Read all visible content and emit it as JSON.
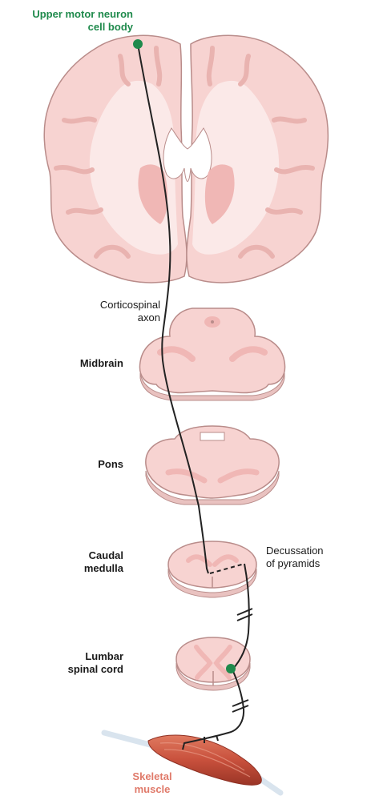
{
  "labels": {
    "upper_motor_neuron_line1": "Upper motor neuron",
    "upper_motor_neuron_line2": "cell body",
    "corticospinal_line1": "Corticospinal",
    "corticospinal_line2": "axon",
    "midbrain": "Midbrain",
    "pons": "Pons",
    "caudal_medulla_line1": "Caudal",
    "caudal_medulla_line2": "medulla",
    "decussation_line1": "Decussation",
    "decussation_line2": "of pyramids",
    "lumbar_line1": "Lumbar",
    "lumbar_line2": "spinal cord",
    "skeletal_muscle_line1": "Skeletal",
    "skeletal_muscle_line2": "muscle"
  },
  "colors": {
    "tissue_fill": "#f7d3d1",
    "tissue_outline": "#b98c8a",
    "white_matter": "#fbe9e8",
    "gray_matter": "#f0b7b5",
    "axon": "#222222",
    "neuron": "#1f8a4c",
    "muscle": "#c8503c",
    "tendon": "#d9e4ee",
    "upper_label": "#1f8a4c",
    "muscle_label": "#e07a6a"
  }
}
